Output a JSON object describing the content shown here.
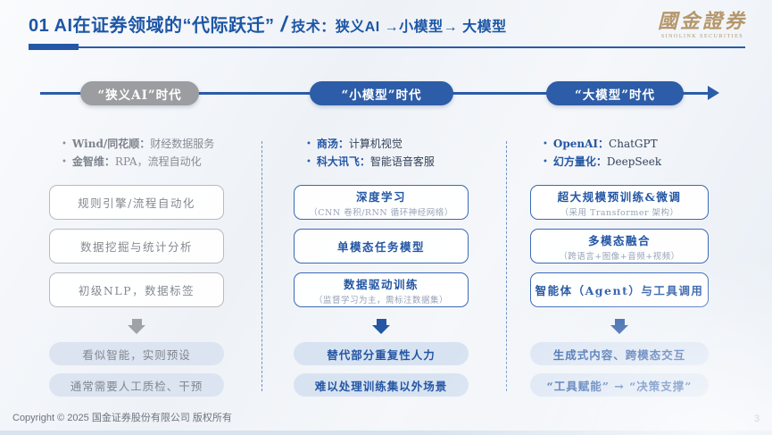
{
  "header": {
    "title_main": "01 AI在证券领域的“代际跃迁”",
    "title_separator": "/",
    "title_sub": "技术：狭义AI →小模型→ 大模型"
  },
  "logo": {
    "name": "國金證券",
    "subtitle": "SINOLINK SECURITIES"
  },
  "timeline": {
    "eras": [
      {
        "label": "“狭义AI”时代"
      },
      {
        "label": "“小模型”时代"
      },
      {
        "label": "“大模型”时代"
      }
    ]
  },
  "columns": [
    {
      "bullets": [
        {
          "name": "Wind/同花顺：",
          "desc": "财经数据服务"
        },
        {
          "name": "金智维：",
          "desc": "RPA，流程自动化"
        }
      ],
      "boxes": [
        {
          "title": "规则引擎/流程自动化",
          "subtitle": ""
        },
        {
          "title": "数据挖掘与统计分析",
          "subtitle": ""
        },
        {
          "title": "初级NLP，数据标签",
          "subtitle": ""
        }
      ],
      "results": [
        "看似智能，实则预设",
        "通常需要人工质检、干预"
      ]
    },
    {
      "bullets": [
        {
          "name": "商汤：",
          "desc": "计算机视觉"
        },
        {
          "name": "科大讯飞：",
          "desc": "智能语音客服"
        }
      ],
      "boxes": [
        {
          "title": "深度学习",
          "subtitle": "（CNN 卷积/RNN 循环神经网络）"
        },
        {
          "title": "单模态任务模型",
          "subtitle": ""
        },
        {
          "title": "数据驱动训练",
          "subtitle": "（监督学习为主，需标注数据集）"
        }
      ],
      "results": [
        "替代部分重复性人力",
        "难以处理训练集以外场景"
      ]
    },
    {
      "bullets": [
        {
          "name": "OpenAI：",
          "desc": "ChatGPT"
        },
        {
          "name": "幻方量化：",
          "desc": "DeepSeek"
        }
      ],
      "boxes": [
        {
          "title": "超大规模预训练&微调",
          "subtitle": "（采用 Transformer 架构）"
        },
        {
          "title": "多模态融合",
          "subtitle": "（跨语言+图像+音频+视频）"
        },
        {
          "title": "智能体（Agent）与工具调用",
          "subtitle": ""
        }
      ],
      "results": [
        "生成式内容、跨模态交互",
        "“工具赋能” → “决策支撑”"
      ]
    }
  ],
  "footer": {
    "copyright": "Copyright © 2025 国金证券股份有限公司 版权所有",
    "page_number": "3"
  },
  "colors": {
    "accent_blue": "#2b5ca8",
    "era_gray": "#9b9da0",
    "result_pill_bg": "#d8e3f2",
    "logo_gold": "#b5976b"
  }
}
